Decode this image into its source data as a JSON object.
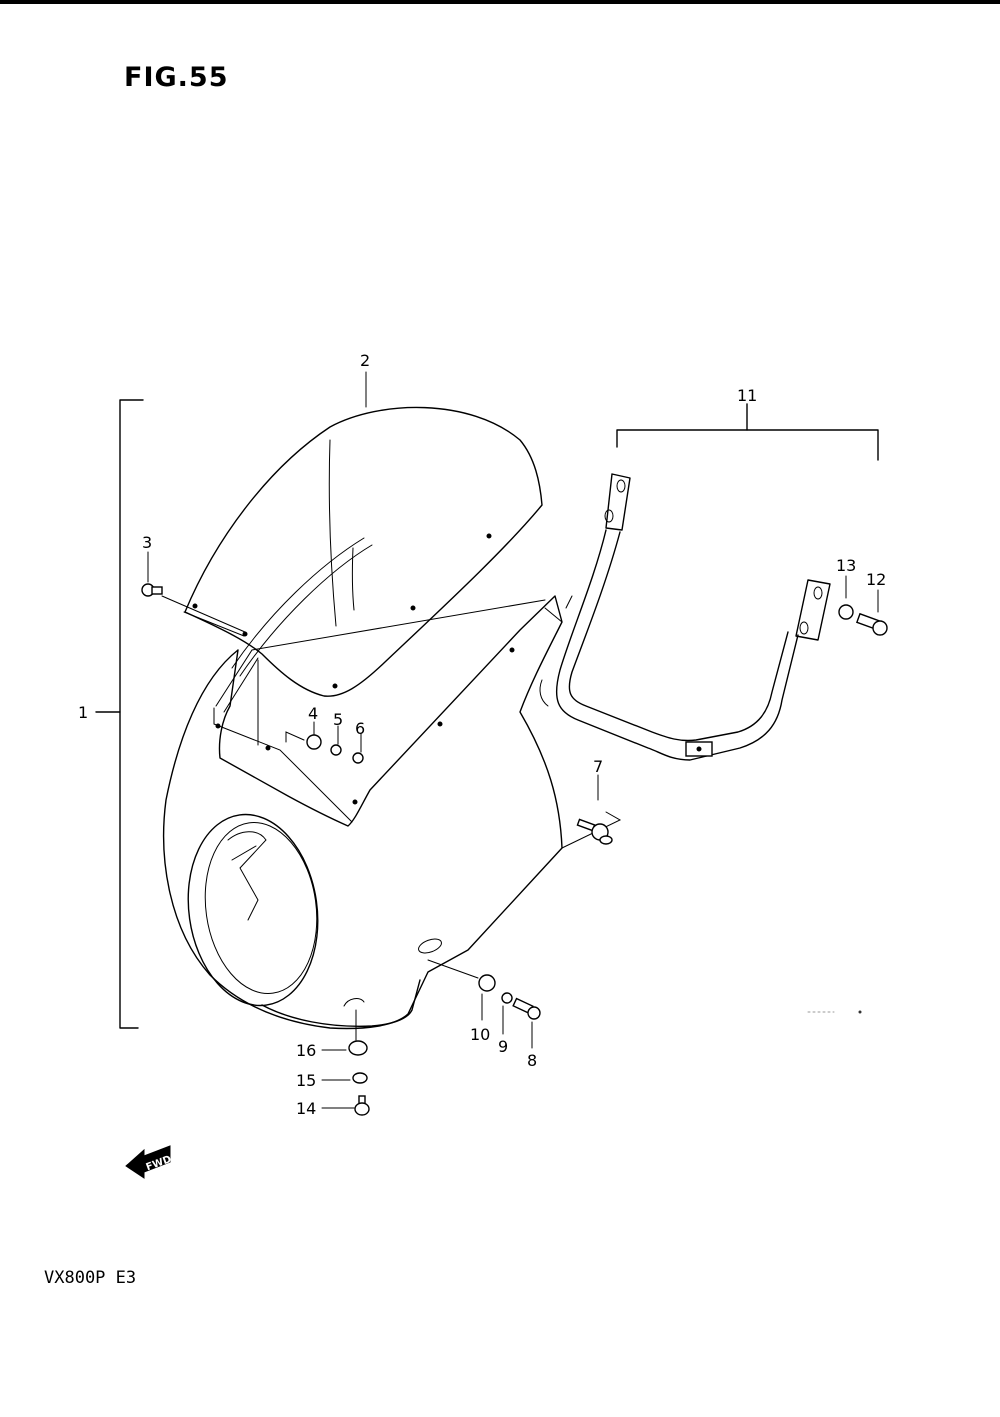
{
  "figure": {
    "title": "FIG.55",
    "model": "VX800P  E3",
    "fwd_label": "FWD"
  },
  "callouts": [
    {
      "id": "1"
    },
    {
      "id": "2"
    },
    {
      "id": "3"
    },
    {
      "id": "4"
    },
    {
      "id": "5"
    },
    {
      "id": "6"
    },
    {
      "id": "7"
    },
    {
      "id": "8"
    },
    {
      "id": "9"
    },
    {
      "id": "10"
    },
    {
      "id": "11"
    },
    {
      "id": "12"
    },
    {
      "id": "13"
    },
    {
      "id": "14"
    },
    {
      "id": "15"
    },
    {
      "id": "16"
    }
  ]
}
